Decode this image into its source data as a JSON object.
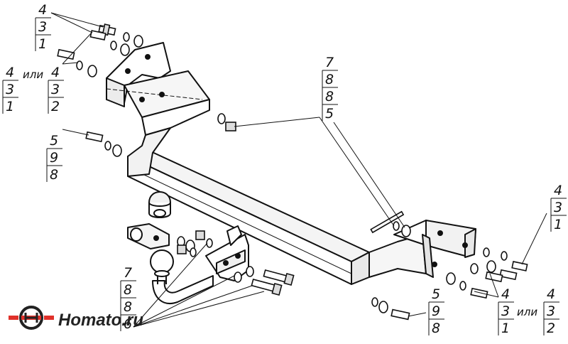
{
  "callouts": {
    "tl": [
      "4",
      "3",
      "1"
    ],
    "l_left": [
      "4",
      "3",
      "1"
    ],
    "l_mid": [
      "4",
      "3",
      "2"
    ],
    "ml": [
      "5",
      "9",
      "8"
    ],
    "top_center": [
      "7",
      "8",
      "8",
      "5"
    ],
    "bl": [
      "7",
      "8",
      "8",
      "6"
    ],
    "r": [
      "4",
      "3",
      "1"
    ],
    "br_mid": [
      "4",
      "3",
      "1"
    ],
    "br_right": [
      "4",
      "3",
      "2"
    ],
    "bottom": [
      "5",
      "9",
      "8"
    ]
  },
  "ili_text": "или",
  "logo": {
    "text": "Homato.ru",
    "accent": "#e0312a",
    "dark": "#222222"
  },
  "colors": {
    "line": "#111111",
    "fill": "#ffffff",
    "shade": "#d9d9d9"
  }
}
